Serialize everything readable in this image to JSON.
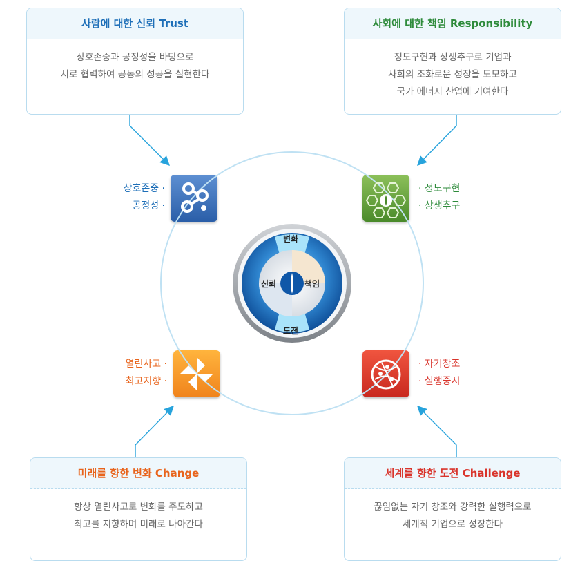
{
  "cards": {
    "trust": {
      "title": "사람에 대한 신뢰 Trust",
      "line1": "상호존중과 공정성을 바탕으로",
      "line2": "서로 협력하여 공동의 성공을 실현한다",
      "line3": ""
    },
    "responsibility": {
      "title": "사회에 대한 책임 Responsibility",
      "line1": "정도구현과 상생추구로 기업과",
      "line2": "사회의 조화로운 성장을 도모하고",
      "line3": "국가 에너지 산업에 기여한다"
    },
    "change": {
      "title": "미래를 향한 변화 Change",
      "line1": "항상 열린사고로 변화를 주도하고",
      "line2": "최고를 지향하며 미래로 나아간다",
      "line3": ""
    },
    "challenge": {
      "title": "세계를 향한 도전 Challenge",
      "line1": "끊임없는 자기 창조와 강력한 실행력으로",
      "line2": "세계적 기업으로 성장한다",
      "line3": ""
    }
  },
  "keywords": {
    "trust": [
      "상호존중 ·",
      "공정성 ·"
    ],
    "responsibility": [
      "· 정도구현",
      "· 상생추구"
    ],
    "change": [
      "열린사고 ·",
      "최고지향 ·"
    ],
    "challenge": [
      "· 자기창조",
      "· 실행중시"
    ]
  },
  "hub": {
    "top": "변화",
    "bottom": "도전",
    "left": "신뢰",
    "right": "책임"
  },
  "colors": {
    "trust": "#1e6fb8",
    "responsibility": "#2e8b3b",
    "change": "#e8641c",
    "challenge": "#d9342b",
    "line": "#27a3dc"
  }
}
